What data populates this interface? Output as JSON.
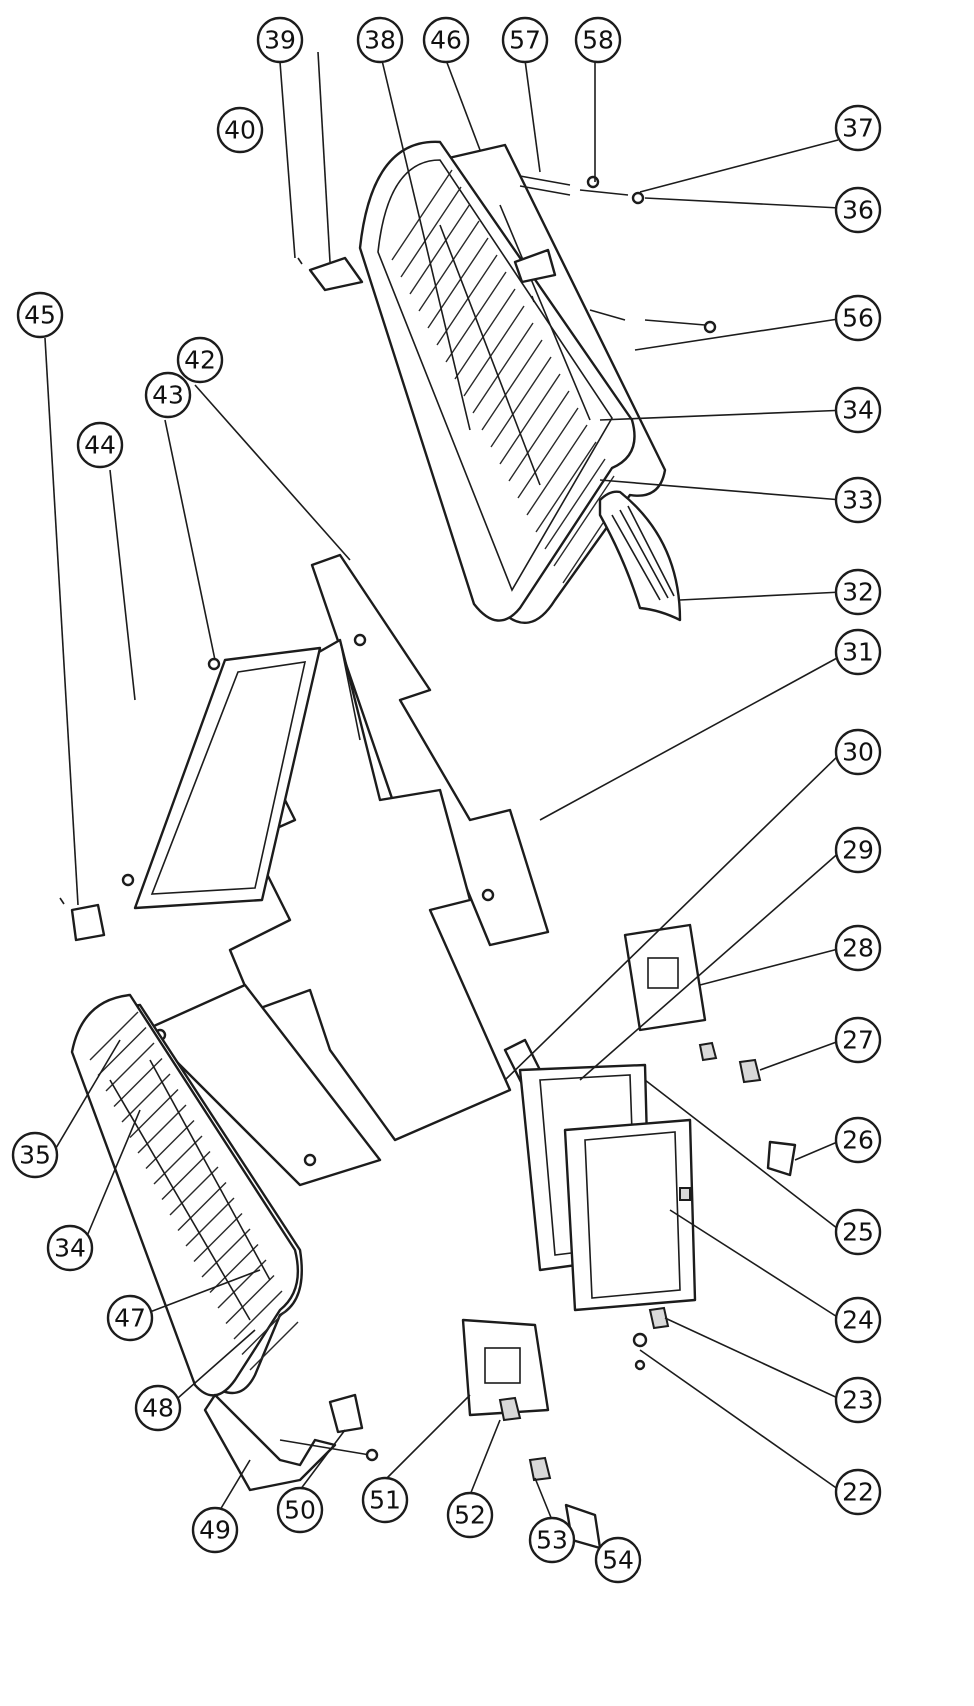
{
  "figure": {
    "labels": [
      "22",
      "23",
      "24",
      "25",
      "26",
      "27",
      "28",
      "29",
      "30",
      "31",
      "32",
      "33",
      "34",
      "35",
      "36",
      "37",
      "38",
      "39",
      "40",
      "42",
      "43",
      "44",
      "45",
      "46",
      "47",
      "48",
      "49",
      "50",
      "51",
      "52",
      "53",
      "54",
      "56",
      "57",
      "58"
    ]
  }
}
